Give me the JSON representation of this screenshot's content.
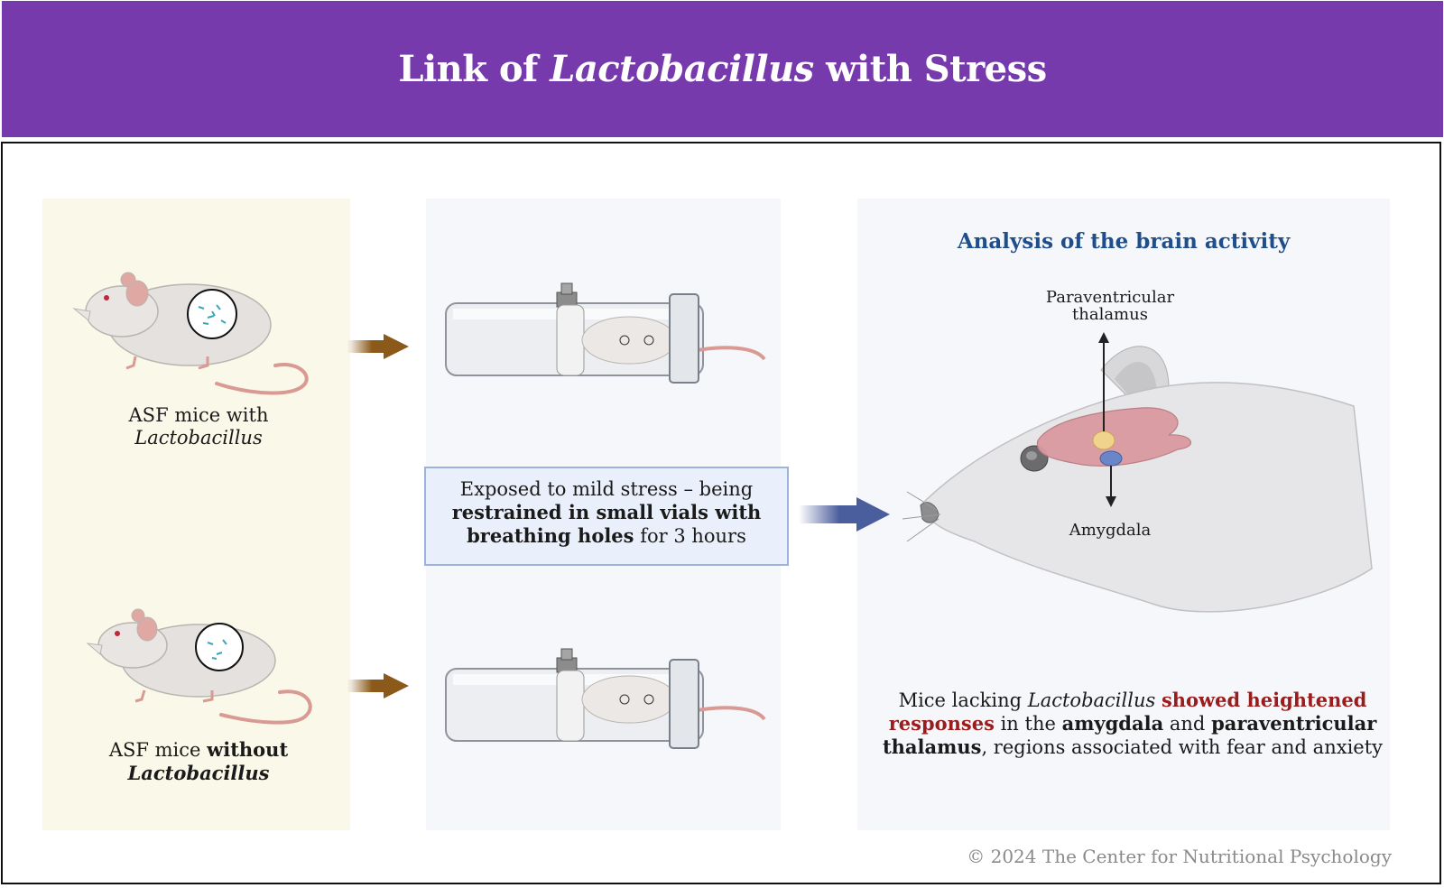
{
  "header": {
    "title_prefix": "Link of",
    "title_italic": "Lactobacillus",
    "title_suffix": "with Stress",
    "background": "#763aac"
  },
  "left_panel": {
    "mouse_with": {
      "line1": "ASF mice with",
      "line2": "Lactobacillus"
    },
    "mouse_without": {
      "prefix": "ASF mice",
      "bold": "without",
      "line2": "Lactobacillus"
    }
  },
  "middle_panel": {
    "stress_box": {
      "pre": "Exposed to mild stress – being",
      "bold": "restrained in small vials with breathing holes",
      "post": "for 3 hours"
    }
  },
  "right_panel": {
    "title": "Analysis of the brain activity",
    "label_pvt_line1": "Paraventricular",
    "label_pvt_line2": "thalamus",
    "label_amygdala": "Amygdala",
    "findings": {
      "t1": "Mice lacking",
      "t2_italic": "Lactobacillus",
      "t3_red": "showed heightened responses",
      "t4": "in the",
      "t5_bold": "amygdala",
      "t6": "and",
      "t7_bold": "paraventricular thalamus",
      "t8": ", regions associated with fear and anxiety"
    }
  },
  "footer": {
    "copyright": "© 2024 The Center for Nutritional Psychology"
  },
  "colors": {
    "left_panel_bg": "#faf8e8",
    "panel_bg": "#f6f7fb",
    "brown_arrow": "#8b5a1a",
    "blue_arrow": "#4a5d9c",
    "title_blue": "#1e4e8c",
    "highlight_red": "#9b1c1c"
  }
}
